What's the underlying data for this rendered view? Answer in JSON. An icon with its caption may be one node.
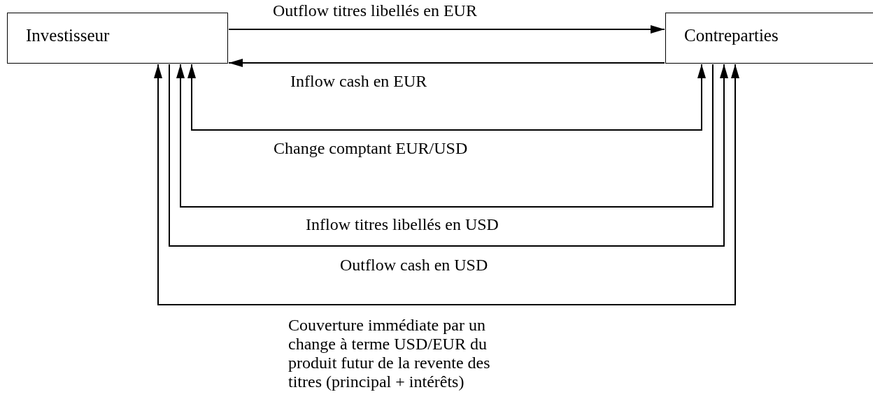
{
  "diagram": {
    "nodes": [
      {
        "text": [
          "Investisseur"
        ]
      },
      {
        "text": [
          "Contreparties"
        ]
      }
    ],
    "edges": [
      {
        "from": 0,
        "to": 1,
        "arrow": "to",
        "label": "Outflow titres libellés en EUR"
      },
      {
        "from": 1,
        "to": 0,
        "arrow": "to",
        "label": "Inflow cash en EUR"
      },
      {
        "from": 0,
        "to": 1,
        "arrow": "both",
        "label": "Change comptant EUR/USD"
      },
      {
        "from": 1,
        "to": 0,
        "arrow": "to",
        "label": "Inflow titres libellés en USD"
      },
      {
        "from": 0,
        "to": 1,
        "arrow": "to",
        "label": "Outflow cash en USD"
      },
      {
        "from": 0,
        "to": 1,
        "arrow": "both",
        "label": "Couverture immédiate par un change à terme USD/EUR du produit futur de la revente des titres (principal + intérêts)"
      }
    ]
  }
}
